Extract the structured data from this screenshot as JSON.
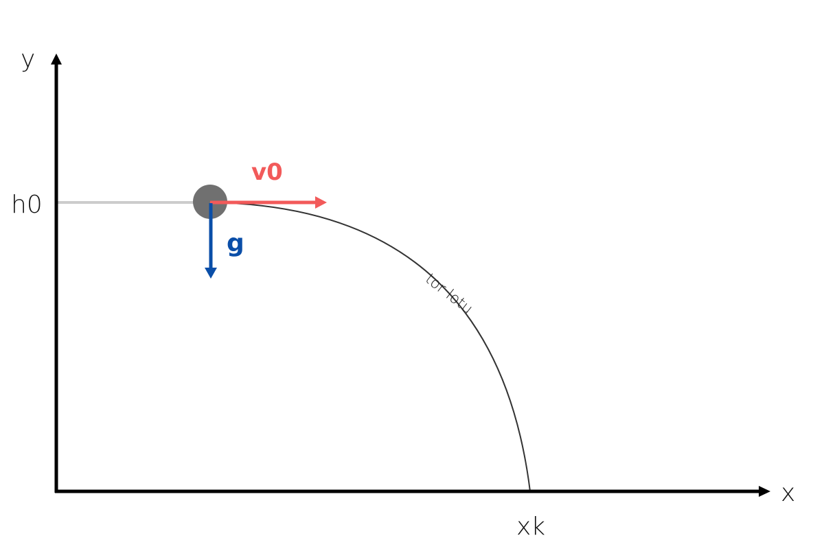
{
  "diagram": {
    "axes": {
      "y_label": "y",
      "x_label": "x"
    },
    "markers": {
      "initial_height_label": "h0",
      "landing_point_label": "xk"
    },
    "vectors": {
      "velocity_label": "v0",
      "gravity_label": "g"
    },
    "trajectory": {
      "label": "tor lotu"
    },
    "colors": {
      "axis": "#000000",
      "reference_line": "#cccccc",
      "ball": "#707070",
      "velocity": "#f25a5a",
      "gravity": "#0a4ea8",
      "trajectory": "#333333"
    }
  }
}
